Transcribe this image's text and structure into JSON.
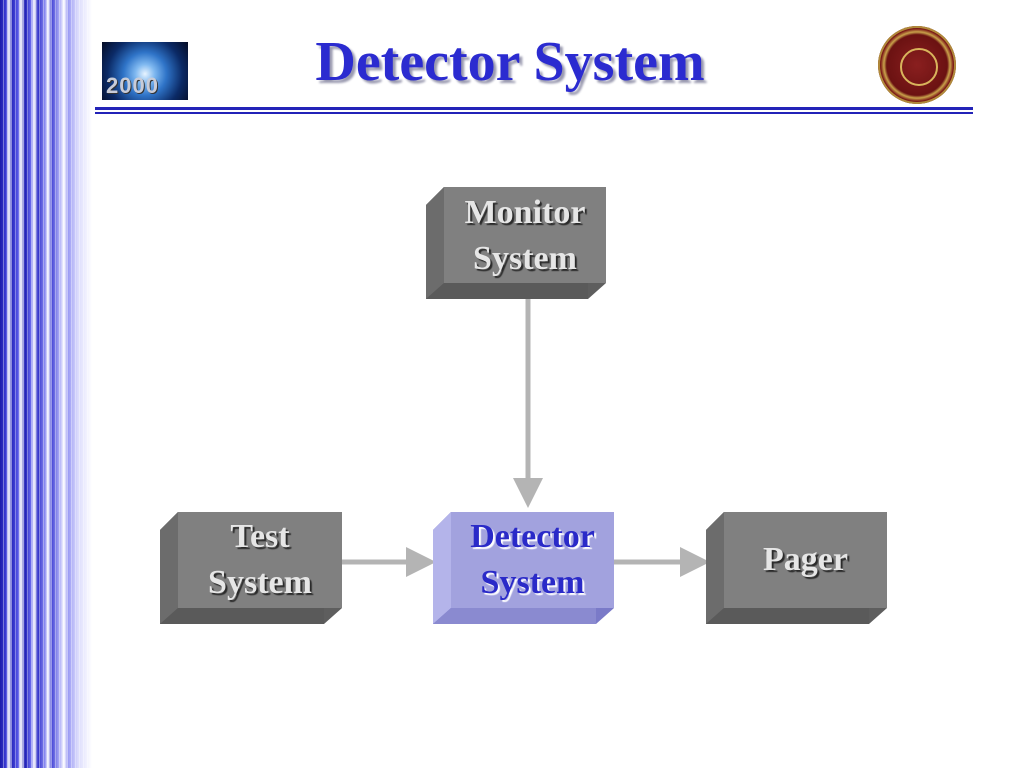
{
  "title": "Detector System",
  "logo": {
    "text": "2000"
  },
  "nodes": {
    "monitor": {
      "line1": "Monitor",
      "line2": "System"
    },
    "test": {
      "line1": "Test",
      "line2": "System"
    },
    "detector": {
      "line1": "Detector",
      "line2": "System"
    },
    "pager": {
      "line1": "Pager"
    }
  },
  "colors": {
    "title": "#2b2bd0",
    "box_gray": "#7a7a7a",
    "box_highlight": "#9d9ddb",
    "arrow": "#b4b4b4"
  }
}
